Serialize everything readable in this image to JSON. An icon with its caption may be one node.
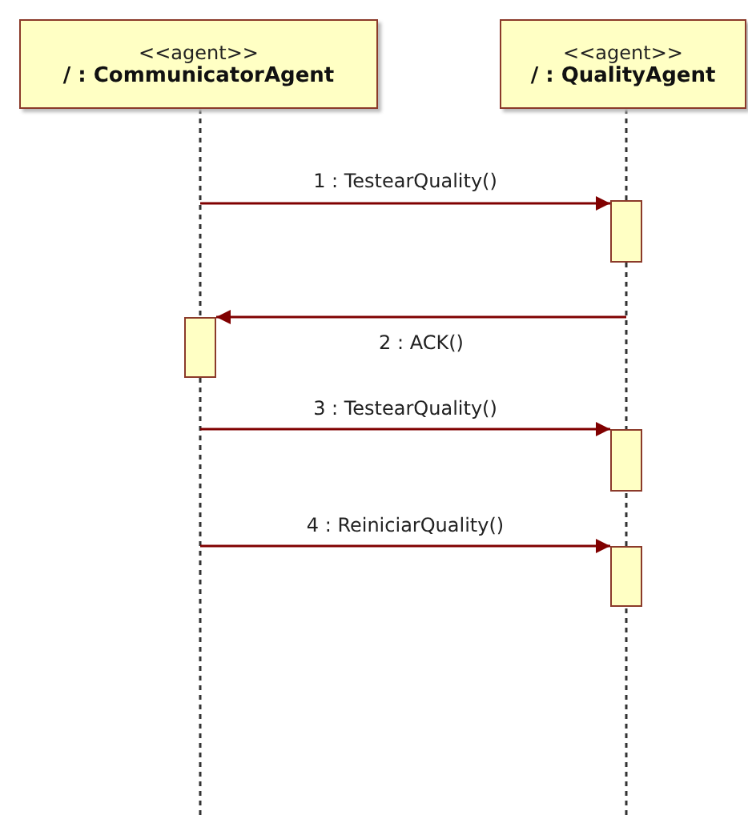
{
  "diagram": {
    "nodes": [
      {
        "text": [
          "<<agent>>",
          "/ : CommunicatorAgent"
        ]
      },
      {
        "text": [
          "<<agent>>",
          "/ : QualityAgent"
        ]
      },
      {
        "text": [],
        "shape": "bar"
      },
      {
        "text": [],
        "shape": "bar"
      },
      {
        "text": [],
        "shape": "bar"
      },
      {
        "text": [],
        "shape": "bar"
      }
    ],
    "edges": [
      {
        "from": null,
        "to": 2,
        "arrow": "to",
        "label": "1 : TestearQuality()"
      },
      {
        "from": null,
        "to": 3,
        "arrow": "to",
        "label": "2 : ACK()"
      },
      {
        "from": null,
        "to": 4,
        "arrow": "to",
        "label": "3 : TestearQuality()"
      },
      {
        "from": null,
        "to": 5,
        "arrow": "to",
        "label": "4 : ReiniciarQuality()"
      }
    ]
  }
}
